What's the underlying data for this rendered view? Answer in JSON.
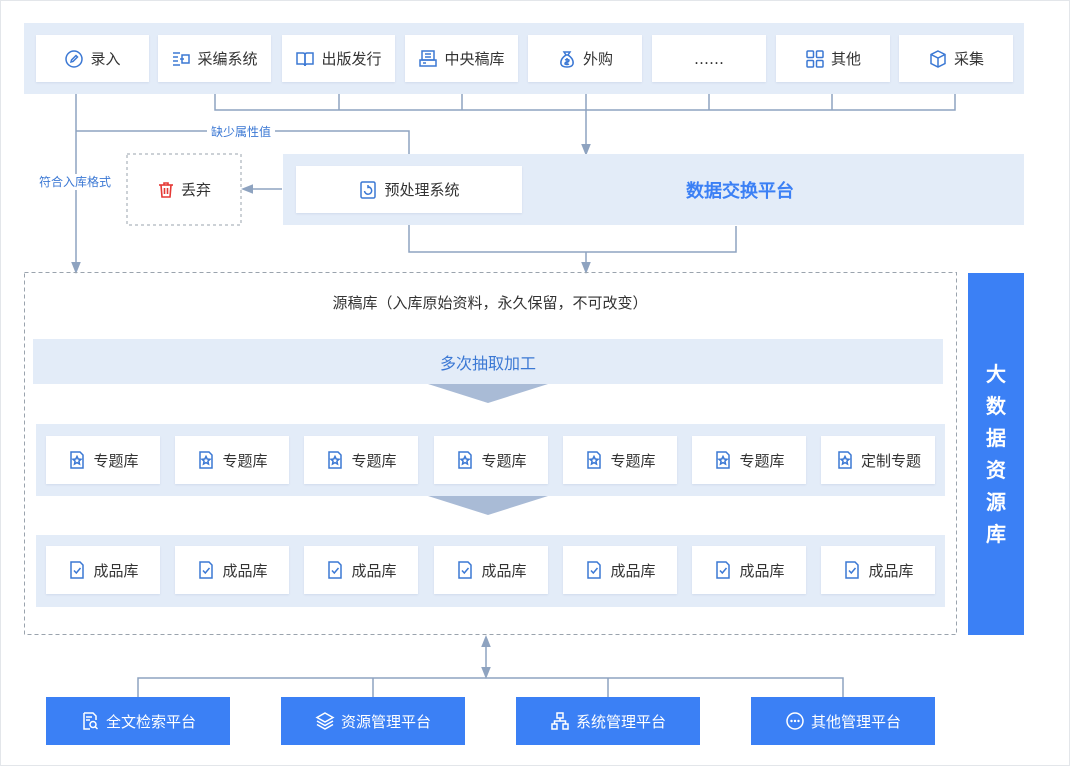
{
  "sources": [
    {
      "label": "录入",
      "icon": "edit-icon"
    },
    {
      "label": "采编系统",
      "icon": "list-transfer-icon"
    },
    {
      "label": "出版发行",
      "icon": "book-icon"
    },
    {
      "label": "中央稿库",
      "icon": "printer-icon"
    },
    {
      "label": "外购",
      "icon": "money-bag-icon"
    },
    {
      "label": "……",
      "icon": ""
    },
    {
      "label": "其他",
      "icon": "grid-icon"
    },
    {
      "label": "采集",
      "icon": "cube-download-icon"
    }
  ],
  "labels": {
    "missing_attr": "缺少属性值",
    "matches_format": "符合入库格式"
  },
  "discard": "丢弃",
  "preprocess": "预处理系统",
  "exchange_platform": "数据交换平台",
  "source_library": "源稿库（入库原始资料，永久保留，不可改变）",
  "extract": "多次抽取加工",
  "topics": [
    "专题库",
    "专题库",
    "专题库",
    "专题库",
    "专题库",
    "专题库",
    "定制专题"
  ],
  "products": [
    "成品库",
    "成品库",
    "成品库",
    "成品库",
    "成品库",
    "成品库",
    "成品库"
  ],
  "big_data_chars": [
    "大",
    "数",
    "据",
    "资",
    "源",
    "库"
  ],
  "platforms": [
    {
      "label": "全文检索平台",
      "icon": "doc-search-icon"
    },
    {
      "label": "资源管理平台",
      "icon": "layers-icon"
    },
    {
      "label": "系统管理平台",
      "icon": "hierarchy-icon"
    },
    {
      "label": "其他管理平台",
      "icon": "more-icon"
    }
  ],
  "colors": {
    "accent": "#3b80f5",
    "band": "#e3ecf8",
    "discard_icon": "#e53935",
    "line": "#8ea3c0"
  }
}
